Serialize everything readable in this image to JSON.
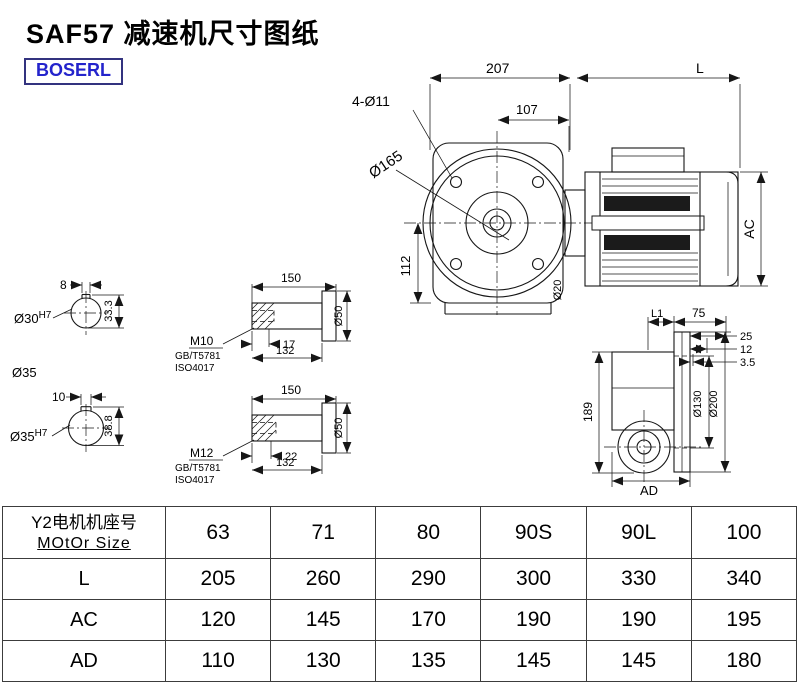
{
  "title": "SAF57 减速机尺寸图纸",
  "logo": "BOSERL",
  "drawing": {
    "front": {
      "dim_width": "207",
      "dim_motor_length": "L",
      "bolt_holes": "4-Ø11",
      "dim_flange_offset": "107",
      "flange_diameter": "Ø165",
      "dim_center_height": "112",
      "motor_diameter_label": "AC",
      "shaft_note": "Ø20"
    },
    "shaft_sections": {
      "s1_key_width": "8",
      "s1_bore": "Ø30",
      "s1_bore_tol": "H7",
      "s1_key_height": "33.3",
      "solid_shaft": "Ø35",
      "s2_key_width": "10",
      "s2_bore": "Ø35",
      "s2_bore_tol": "H7",
      "s2_key_height": "38.8"
    },
    "shaft_side_1": {
      "length": "150",
      "thread": "M10",
      "std1": "GB/T5781",
      "std2": "ISO4017",
      "thread_depth": "17",
      "body_length": "132",
      "end_diameter": "Ø50"
    },
    "shaft_side_2": {
      "length": "150",
      "thread": "M12",
      "std1": "GB/T5781",
      "std2": "ISO4017",
      "thread_depth": "22",
      "body_length": "132",
      "end_diameter": "Ø50"
    },
    "side": {
      "dim_l1": "L1",
      "dim_75": "75",
      "dim_25": "25",
      "dim_12": "12",
      "dim_3_5": "3.5",
      "dim_189": "189",
      "bolt_circle": "Ø130",
      "flange_od": "Ø200",
      "dim_ad": "AD"
    }
  },
  "table": {
    "header": {
      "title_cn": "Y2电机机座号",
      "title_en": "MOtOr Size",
      "values": [
        "63",
        "71",
        "80",
        "90S",
        "90L",
        "100"
      ]
    },
    "rows": [
      {
        "label": "L",
        "values": [
          "205",
          "260",
          "290",
          "300",
          "330",
          "340"
        ]
      },
      {
        "label": "AC",
        "values": [
          "120",
          "145",
          "170",
          "190",
          "190",
          "195"
        ]
      },
      {
        "label": "AD",
        "values": [
          "110",
          "130",
          "135",
          "145",
          "145",
          "180"
        ]
      }
    ]
  }
}
